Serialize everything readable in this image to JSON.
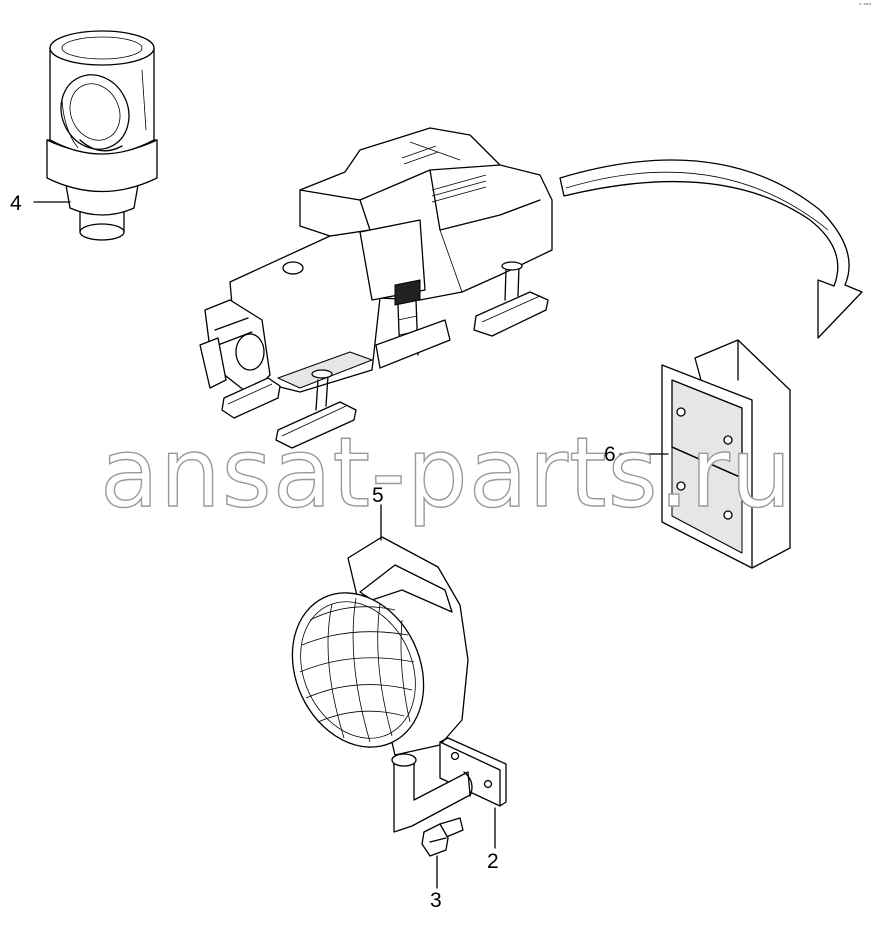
{
  "callouts": [
    {
      "id": "2",
      "label": "2"
    },
    {
      "id": "3",
      "label": "3"
    },
    {
      "id": "4",
      "label": "4"
    },
    {
      "id": "5",
      "label": "5"
    },
    {
      "id": "6",
      "label": "6"
    }
  ],
  "watermark": "ansat-parts.ru",
  "corner_mark": "ᵃ ᵒᵒᵒ"
}
